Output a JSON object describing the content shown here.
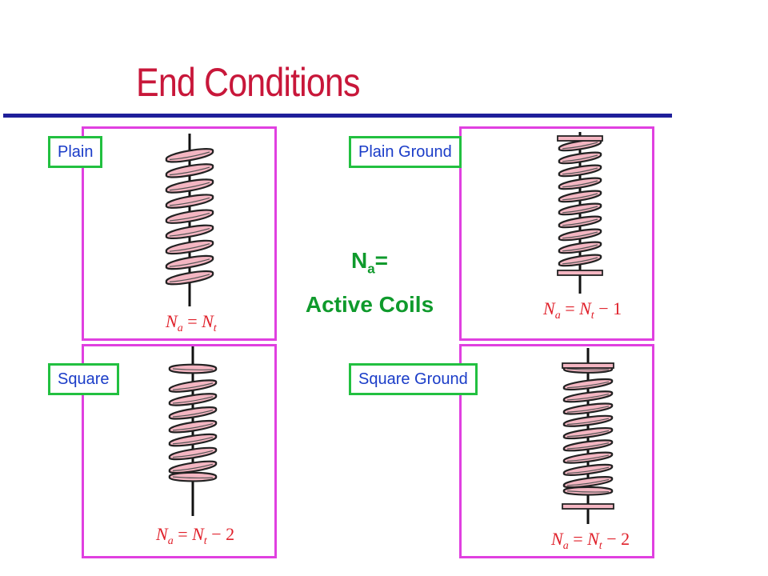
{
  "title": "End Conditions",
  "center": {
    "symbol": "N",
    "subscript": "a",
    "equals": "=",
    "text": "Active Coils"
  },
  "panels": [
    {
      "label": "Plain",
      "formula": "N_a = N_t"
    },
    {
      "label": "Plain Ground",
      "formula": "N_a = N_t − 1"
    },
    {
      "label": "Square",
      "formula": "N_a = N_t − 2"
    },
    {
      "label": "Square Ground",
      "formula": "N_a = N_t − 2"
    }
  ],
  "colors": {
    "title": "#c8173a",
    "rule": "#1f1f9a",
    "panel_border": "#e040e0",
    "label_border": "#22c040",
    "label_text": "#1a3cc8",
    "center_text": "#0f9a2c",
    "coil_fill": "#f4b6c2",
    "formula": "#e0202a"
  }
}
